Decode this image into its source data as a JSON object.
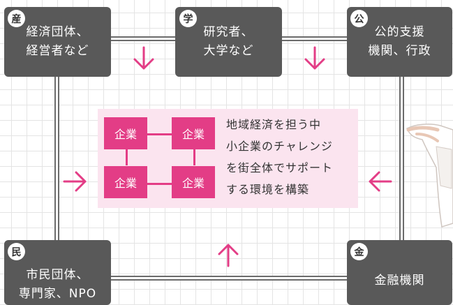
{
  "nodes": {
    "industry": {
      "badge": "産",
      "line1": "経済団体、",
      "line2": "経営者など"
    },
    "academia": {
      "badge": "学",
      "line1": "研究者、",
      "line2": "大学など"
    },
    "public": {
      "badge": "公",
      "line1": "公的支援",
      "line2": "機関、行政"
    },
    "civil": {
      "badge": "民",
      "line1": "市民団体、",
      "line2": "専門家、NPO"
    },
    "finance": {
      "badge": "金",
      "line1": "金融機関"
    }
  },
  "center": {
    "companies": [
      "企業",
      "企業",
      "企業",
      "企業"
    ],
    "lines": [
      "地域経済を担う中",
      "小企業のチャレンジ",
      "を街全体でサポート",
      "する環境を構築"
    ]
  },
  "colors": {
    "node": "#595959",
    "accent": "#e33d86",
    "center_bg": "#fbe4ef",
    "line": "#6b6b6b"
  },
  "icons": [
    "arrow-down-icon",
    "arrow-right-icon",
    "arrow-left-icon",
    "arrow-up-icon",
    "hand-illustration"
  ]
}
